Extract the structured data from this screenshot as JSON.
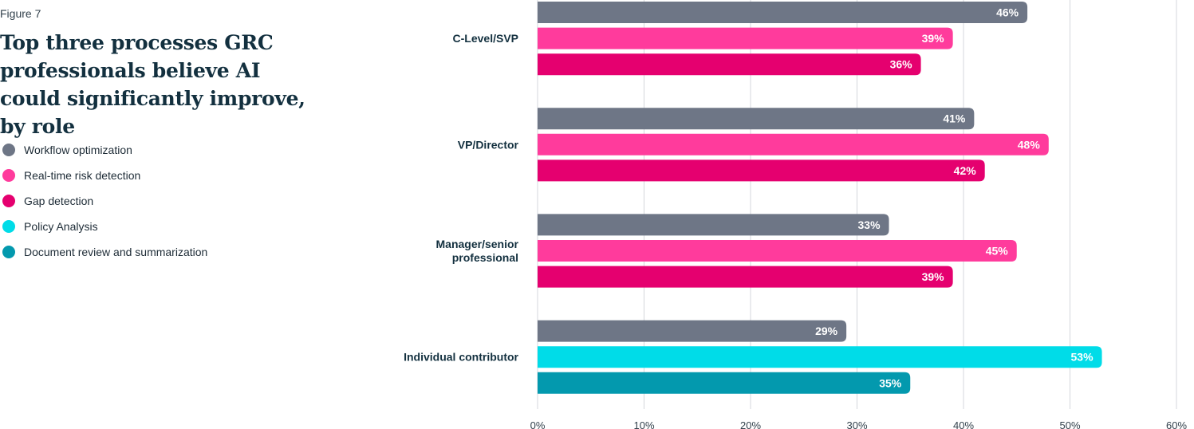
{
  "figure_label": "Figure 7",
  "chart_data": {
    "type": "bar",
    "orientation": "horizontal",
    "title": "Top three processes GRC professionals believe AI could significantly improve, by role",
    "xlim": [
      0,
      60
    ],
    "x_ticks": [
      "0%",
      "10%",
      "20%",
      "30%",
      "40%",
      "50%",
      "60%"
    ],
    "grid": true,
    "legend_position": "left",
    "legend": [
      {
        "name": "Workflow optimization",
        "color": "#6e7686"
      },
      {
        "name": "Real-time risk detection",
        "color": "#ff3b9c"
      },
      {
        "name": "Gap detection",
        "color": "#e5006f"
      },
      {
        "name": "Policy Analysis",
        "color": "#00dce8"
      },
      {
        "name": "Document review and summarization",
        "color": "#0399ae"
      }
    ],
    "groups": [
      {
        "category": "C-Level/SVP",
        "bars": [
          {
            "series": "Workflow optimization",
            "value": 46,
            "label": "46%"
          },
          {
            "series": "Real-time risk detection",
            "value": 39,
            "label": "39%"
          },
          {
            "series": "Gap detection",
            "value": 36,
            "label": "36%"
          }
        ]
      },
      {
        "category": "VP/Director",
        "bars": [
          {
            "series": "Workflow optimization",
            "value": 41,
            "label": "41%"
          },
          {
            "series": "Real-time risk detection",
            "value": 48,
            "label": "48%"
          },
          {
            "series": "Gap detection",
            "value": 42,
            "label": "42%"
          }
        ]
      },
      {
        "category": "Manager/senior professional",
        "category_lines": [
          "Manager/senior",
          "professional"
        ],
        "bars": [
          {
            "series": "Workflow optimization",
            "value": 33,
            "label": "33%"
          },
          {
            "series": "Real-time risk detection",
            "value": 45,
            "label": "45%"
          },
          {
            "series": "Gap detection",
            "value": 39,
            "label": "39%"
          }
        ]
      },
      {
        "category": "Individual contributor",
        "bars": [
          {
            "series": "Workflow optimization",
            "value": 29,
            "label": "29%"
          },
          {
            "series": "Policy Analysis",
            "value": 53,
            "label": "53%"
          },
          {
            "series": "Document review and summarization",
            "value": 35,
            "label": "35%"
          }
        ]
      }
    ]
  }
}
